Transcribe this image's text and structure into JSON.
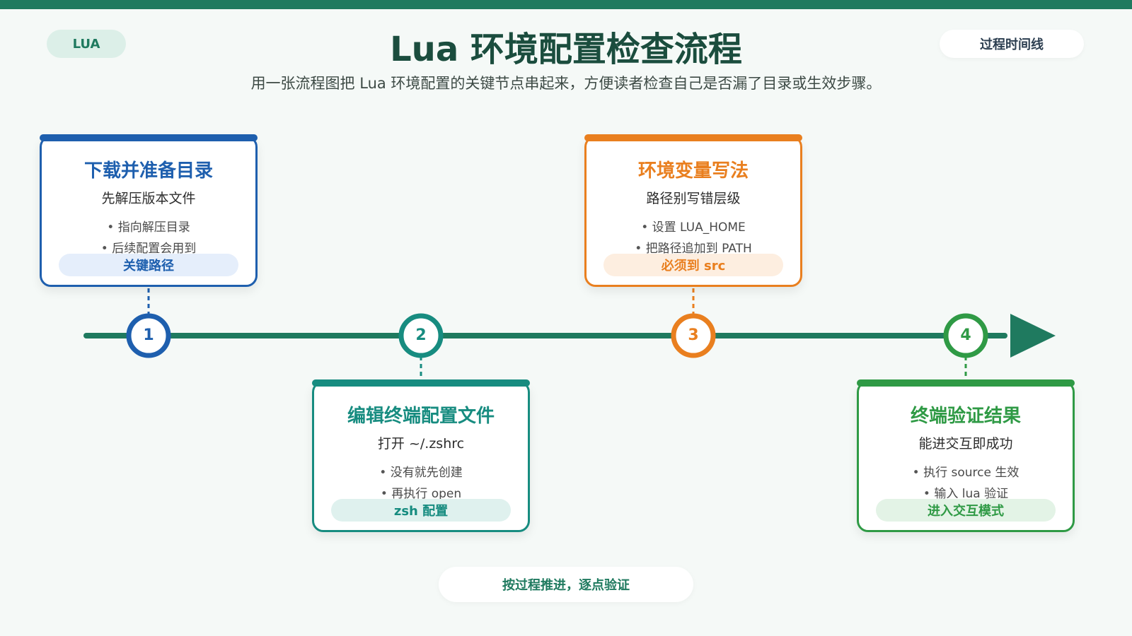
{
  "header": {
    "left_pill": "LUA",
    "title": "Lua 环境配置检查流程",
    "right_pill": "过程时间线",
    "subtitle": "用一张流程图把 Lua 环境配置的关键节点串起来，方便读者检查自己是否漏了目录或生效步骤。"
  },
  "steps": [
    {
      "number": "1",
      "title": "下载并准备目录",
      "subtitle": "先解压版本文件",
      "bullets": [
        "指向解压目录",
        "后续配置会用到"
      ],
      "tag": "关键路径",
      "color": "#1e5fae"
    },
    {
      "number": "2",
      "title": "编辑终端配置文件",
      "subtitle": "打开 ~/.zshrc",
      "bullets": [
        "没有就先创建",
        "再执行 open"
      ],
      "tag": "zsh 配置",
      "color": "#178c80"
    },
    {
      "number": "3",
      "title": "环境变量写法",
      "subtitle": "路径别写错层级",
      "bullets": [
        "设置 LUA_HOME",
        "把路径追加到 PATH"
      ],
      "tag": "必须到 src",
      "color": "#e97f1f"
    },
    {
      "number": "4",
      "title": "终端验证结果",
      "subtitle": "能进交互即成功",
      "bullets": [
        "执行 source 生效",
        "输入 lua 验证"
      ],
      "tag": "进入交互模式",
      "color": "#2f9a45"
    }
  ],
  "footer": {
    "text": "按过程推进，逐点验证"
  },
  "colors": {
    "line": "#1f7a5f",
    "background": "#f5f9f7"
  }
}
